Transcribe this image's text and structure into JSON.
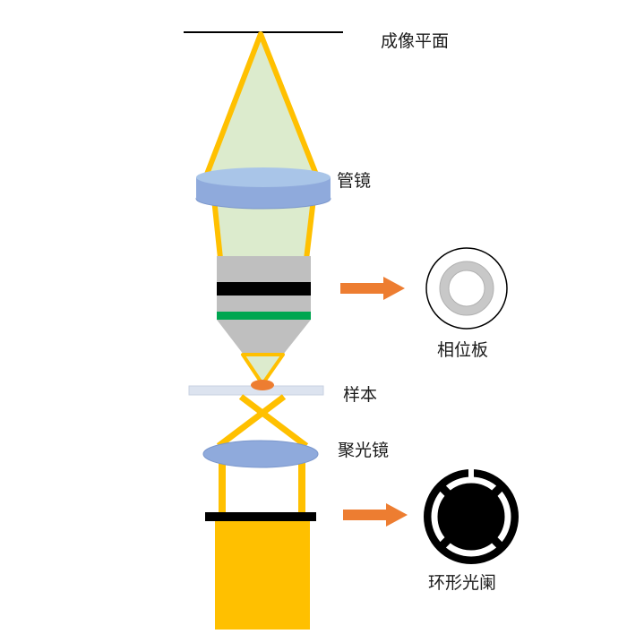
{
  "diagram": {
    "title_hint": "phase-contrast-microscope-light-path",
    "labels": {
      "imaging_plane": "成像平面",
      "tube_lens": "管镜",
      "phase_plate": "相位板",
      "sample": "样本",
      "condenser": "聚光镜",
      "annular_diaphragm": "环形光阑"
    },
    "colors": {
      "beam_yellow": "#FFC000",
      "beam_fill_green": "#DCEBCD",
      "lens_blue": "#8FAADC",
      "lens_highlight": "#A9C5E8",
      "lens_stroke": "#7b97cc",
      "objective_gray": "#BFBFBF",
      "objective_band_black": "#000000",
      "objective_band_green": "#00A651",
      "slide_gray": "#DCE3EF",
      "sample_dot_orange": "#ED7D31",
      "arrow_orange": "#ED7D31",
      "phase_ring_gray": "#C8C8C8",
      "diaphragm_black": "#000000"
    }
  }
}
